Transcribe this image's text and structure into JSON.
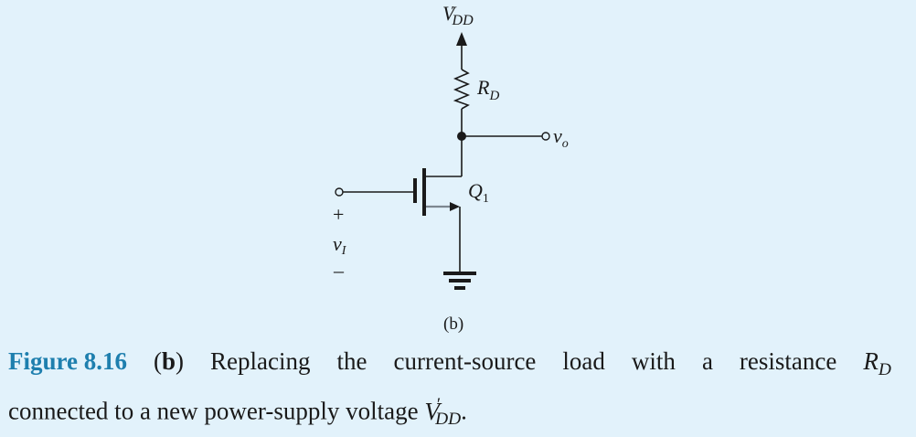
{
  "diagram": {
    "supply_label": {
      "main": "V",
      "prime": "′",
      "sub": "DD"
    },
    "resistor_label": {
      "main": "R",
      "sub": "D"
    },
    "output_label": {
      "main": "v",
      "sub": "o"
    },
    "transistor_label": {
      "main": "Q",
      "sub": "1"
    },
    "input_label": {
      "main": "v",
      "sub": "I"
    },
    "plus_sign": "+",
    "minus_sign": "–",
    "sublabel": "(b)",
    "output_color": "#2aa6d6"
  },
  "caption": {
    "figure_number": "Figure 8.16",
    "paren_open": "(",
    "part": "b",
    "paren_close": ")",
    "text1_words": [
      "Replacing",
      "the",
      "current-source",
      "load",
      "with",
      "a",
      "resistance"
    ],
    "r_main": "R",
    "r_sub": "D",
    "text2": "connected to a new power-supply voltage ",
    "v_main": "V",
    "v_prime": "′",
    "v_sub": "DD",
    "end": ".",
    "figure_color": "#1e7fae"
  }
}
